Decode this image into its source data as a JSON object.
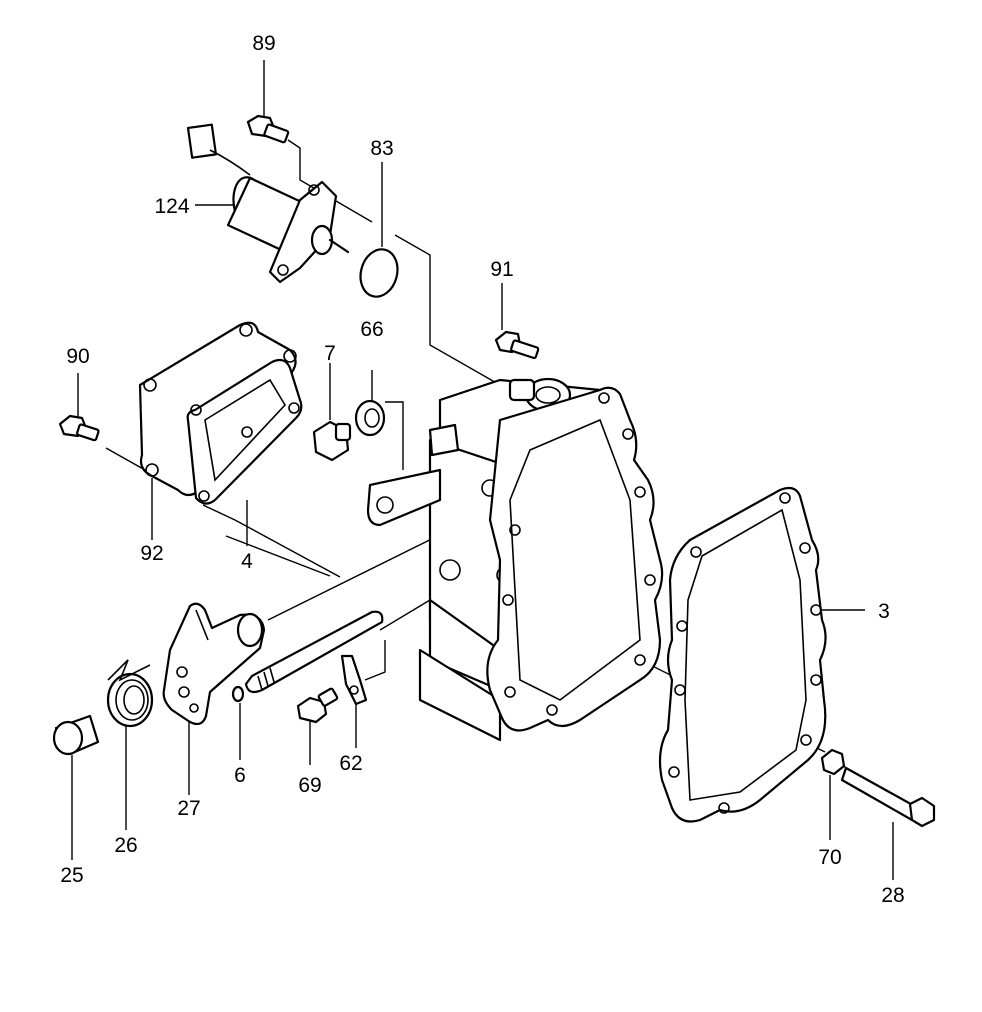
{
  "diagram": {
    "callouts": [
      "89",
      "83",
      "124",
      "91",
      "90",
      "7",
      "66",
      "92",
      "4",
      "3",
      "27",
      "6",
      "69",
      "62",
      "25",
      "26",
      "70",
      "28"
    ]
  }
}
